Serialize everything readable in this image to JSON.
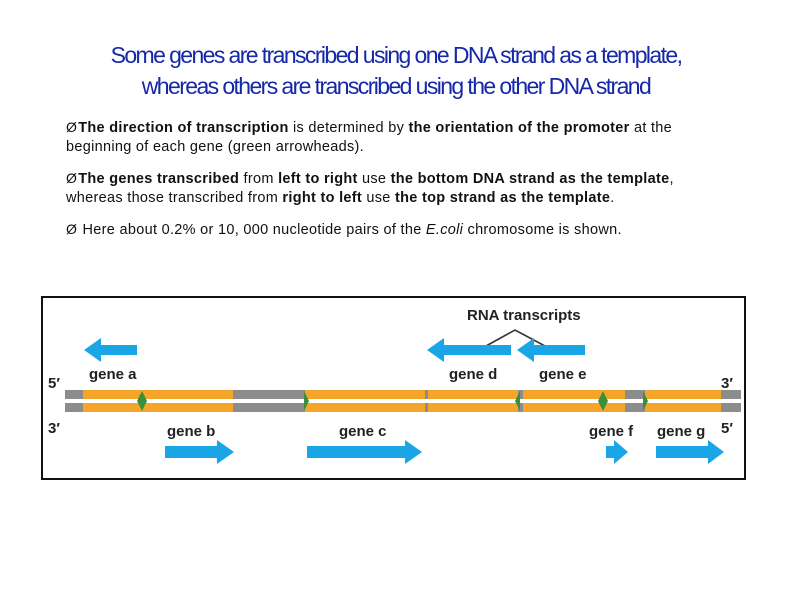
{
  "title": {
    "line1": "Some genes are transcribed using one DNA strand as a template,",
    "line2": "whereas others are transcribed using the other DNA  strand"
  },
  "bullets": {
    "b1": {
      "bold1": "The direction of transcription",
      "text1": " is determined by ",
      "bold2": "the orientation of the  promoter",
      "text2": " at the beginning of each gene (green  arrowheads)."
    },
    "b2": {
      "bold1": "The genes transcribed",
      "text1": " from ",
      "bold2": "left to right",
      "text2": " use ",
      "bold3": "the bottom DNA strand as the template",
      "text3": ", whereas those transcribed from ",
      "bold4": "right to left",
      "text4": " use ",
      "bold5": "the top strand as the template",
      "text5": "."
    },
    "b3": {
      "text1": " Here about 0.2% or 10, 000 nucleotide pairs of the ",
      "italic1": "E.coli",
      "text2": " chromosome is  shown."
    },
    "marker": "Ø"
  },
  "figure": {
    "rna_label": "RNA transcripts",
    "five_prime_left": "5′",
    "three_prime_left": "3′",
    "three_prime_right": "3′",
    "five_prime_right": "5′",
    "genes": {
      "a": "gene a",
      "b": "gene b",
      "c": "gene c",
      "d": "gene d",
      "e": "gene e",
      "f": "gene f",
      "g": "gene g"
    },
    "colors": {
      "gene": "#f5a52a",
      "spacer": "#8c8c8c",
      "promoter": "#3a8f3a",
      "transcript": "#1aa6e6",
      "title": "#1528a8"
    }
  }
}
